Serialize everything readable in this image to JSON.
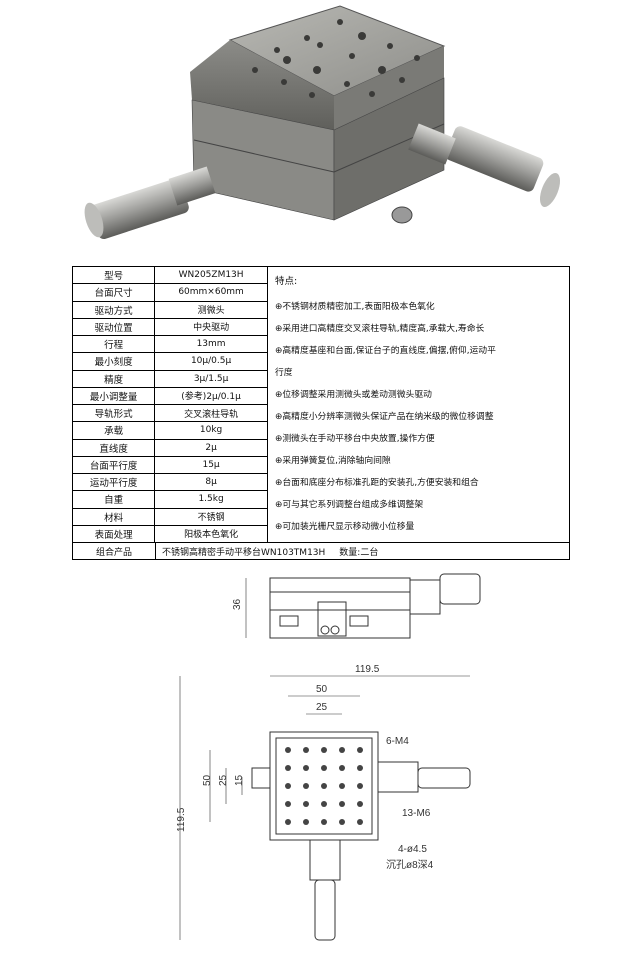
{
  "spec_table": {
    "rows": [
      {
        "key": "型号",
        "value": "WN205ZM13H"
      },
      {
        "key": "台面尺寸",
        "value": "60mm×60mm"
      },
      {
        "key": "驱动方式",
        "value": "测微头"
      },
      {
        "key": "驱动位置",
        "value": "中央驱动"
      },
      {
        "key": "行程",
        "value": "13mm"
      },
      {
        "key": "最小刻度",
        "value": "10μ/0.5μ"
      },
      {
        "key": "精度",
        "value": "3μ/1.5μ"
      },
      {
        "key": "最小调整量",
        "value": "(参考)2μ/0.1μ"
      },
      {
        "key": "导轨形式",
        "value": "交叉滚柱导轨"
      },
      {
        "key": "承载",
        "value": "10kg"
      },
      {
        "key": "直线度",
        "value": "2μ"
      },
      {
        "key": "台面平行度",
        "value": "15μ"
      },
      {
        "key": "运动平行度",
        "value": "8μ"
      },
      {
        "key": "自重",
        "value": "1.5kg"
      },
      {
        "key": "材料",
        "value": "不锈钢"
      },
      {
        "key": "表面处理",
        "value": "阳极本色氧化"
      }
    ],
    "features_title": "特点:",
    "features": [
      "⊕不锈钢材质精密加工,表面阳极本色氧化",
      "⊕采用进口高精度交叉滚柱导轨,精度高,承载大,寿命长",
      "⊕高精度基座和台面,保证台子的直线度,偏摆,俯仰,运动平",
      "行度",
      "⊕位移调整采用测微头或差动测微头驱动",
      "⊕高精度小分辨率测微头保证产品在纳米级的微位移调整",
      "⊕测微头在手动平移台中央放置,操作方便",
      "⊕采用弹簧复位,消除轴向间隙",
      "⊕台面和底座分布标准孔距的安装孔,方便安装和组合",
      "⊕可与其它系列调整台组成多维调整架",
      "⊕可加装光栅尺显示移动微小位移量"
    ],
    "combo": {
      "key": "组合产品",
      "value": "不锈钢高精密手动平移台WN103TM13H",
      "qty": "数量:二台"
    }
  },
  "drawing": {
    "side_height": "36",
    "overall_width": "119.5",
    "hole_pitch_50": "50",
    "hole_pitch_25": "25",
    "left_50": "50",
    "left_25": "25",
    "left_15": "15",
    "overall_height": "119.5",
    "callout_m4": "6-M4",
    "callout_m6": "13-M6",
    "callout_hole": "4-ø4.5",
    "callout_counterbore": "沉孔ø8深4"
  },
  "colors": {
    "metal": "#9a9a96",
    "metal_dark": "#5d5d5a",
    "line": "#333333"
  }
}
